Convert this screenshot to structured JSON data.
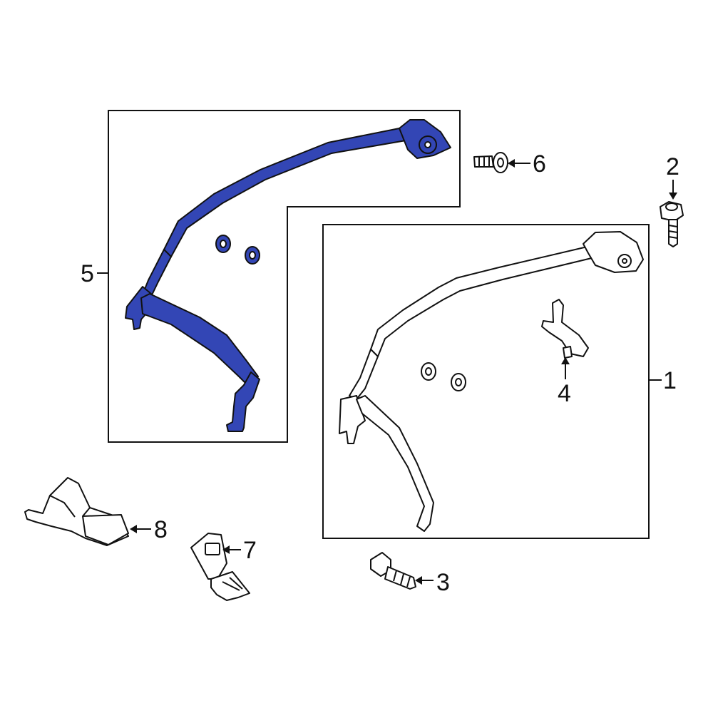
{
  "diagram": {
    "callouts": [
      {
        "id": "1",
        "text": "1"
      },
      {
        "id": "2",
        "text": "2"
      },
      {
        "id": "3",
        "text": "3"
      },
      {
        "id": "4",
        "text": "4"
      },
      {
        "id": "5",
        "text": "5"
      },
      {
        "id": "6",
        "text": "6"
      },
      {
        "id": "7",
        "text": "7"
      },
      {
        "id": "8",
        "text": "8"
      }
    ],
    "colors": {
      "highlight": "#3346b5",
      "line": "#111111",
      "background": "#ffffff"
    }
  }
}
